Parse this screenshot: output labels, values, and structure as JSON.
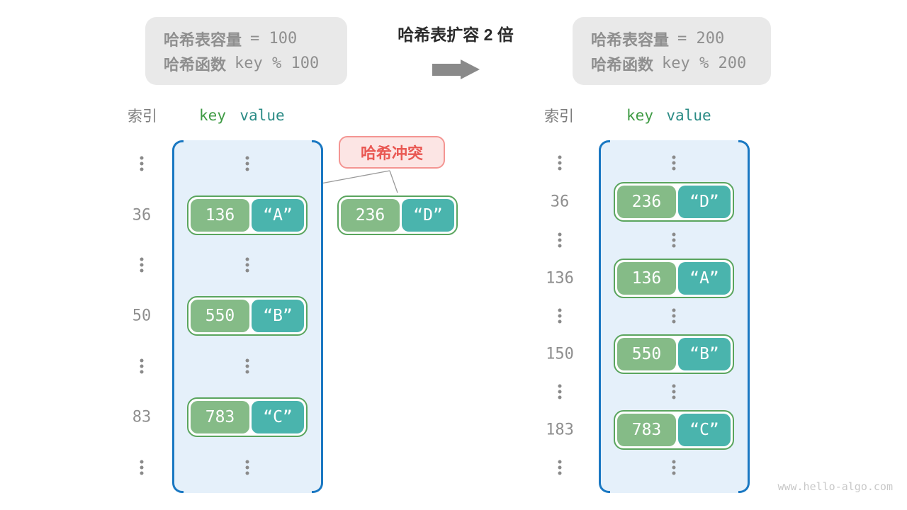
{
  "captions": {
    "left": {
      "lines": [
        {
          "label": "哈希表容量",
          "code": "= 100"
        },
        {
          "label": "哈希函数",
          "code": "key % 100"
        }
      ]
    },
    "right": {
      "lines": [
        {
          "label": "哈希表容量",
          "code": "= 200"
        },
        {
          "label": "哈希函数",
          "code": "key % 200"
        }
      ]
    }
  },
  "center": {
    "title": "哈希表扩容 2 倍"
  },
  "headers": {
    "index": "索引",
    "key": "key",
    "value": "value"
  },
  "collision": {
    "label": "哈希冲突",
    "pair": {
      "key": "236",
      "value": "“D”"
    }
  },
  "left_table": {
    "rows": [
      {
        "type": "dots"
      },
      {
        "type": "pair",
        "index": "36",
        "key": "136",
        "value": "“A”"
      },
      {
        "type": "dots"
      },
      {
        "type": "pair",
        "index": "50",
        "key": "550",
        "value": "“B”"
      },
      {
        "type": "dots"
      },
      {
        "type": "pair",
        "index": "83",
        "key": "783",
        "value": "“C”"
      },
      {
        "type": "dots"
      }
    ]
  },
  "right_table": {
    "rows": [
      {
        "type": "dots"
      },
      {
        "type": "pair",
        "index": "36",
        "key": "236",
        "value": "“D”"
      },
      {
        "type": "dots"
      },
      {
        "type": "pair",
        "index": "136",
        "key": "136",
        "value": "“A”"
      },
      {
        "type": "dots"
      },
      {
        "type": "pair",
        "index": "150",
        "key": "550",
        "value": "“B”"
      },
      {
        "type": "dots"
      },
      {
        "type": "pair",
        "index": "183",
        "key": "783",
        "value": "“C”"
      },
      {
        "type": "dots"
      }
    ]
  },
  "watermark": "www.hello-algo.com",
  "colors": {
    "table_border": "#1a78c2",
    "table_fill": "#e5f0fa",
    "pair_border": "#5aa55e",
    "key_fill": "#85bb87",
    "value_fill": "#4ab4ad",
    "key_header_text": "#3f9b44",
    "value_header_text": "#2b8b85",
    "collision_text": "#e95853",
    "collision_fill": "#fce5e4",
    "collision_border": "#f49592",
    "caption_fill": "#e9e9e9",
    "caption_text": "#8f8f8f",
    "arrow_gray": "#8a8a8a"
  }
}
